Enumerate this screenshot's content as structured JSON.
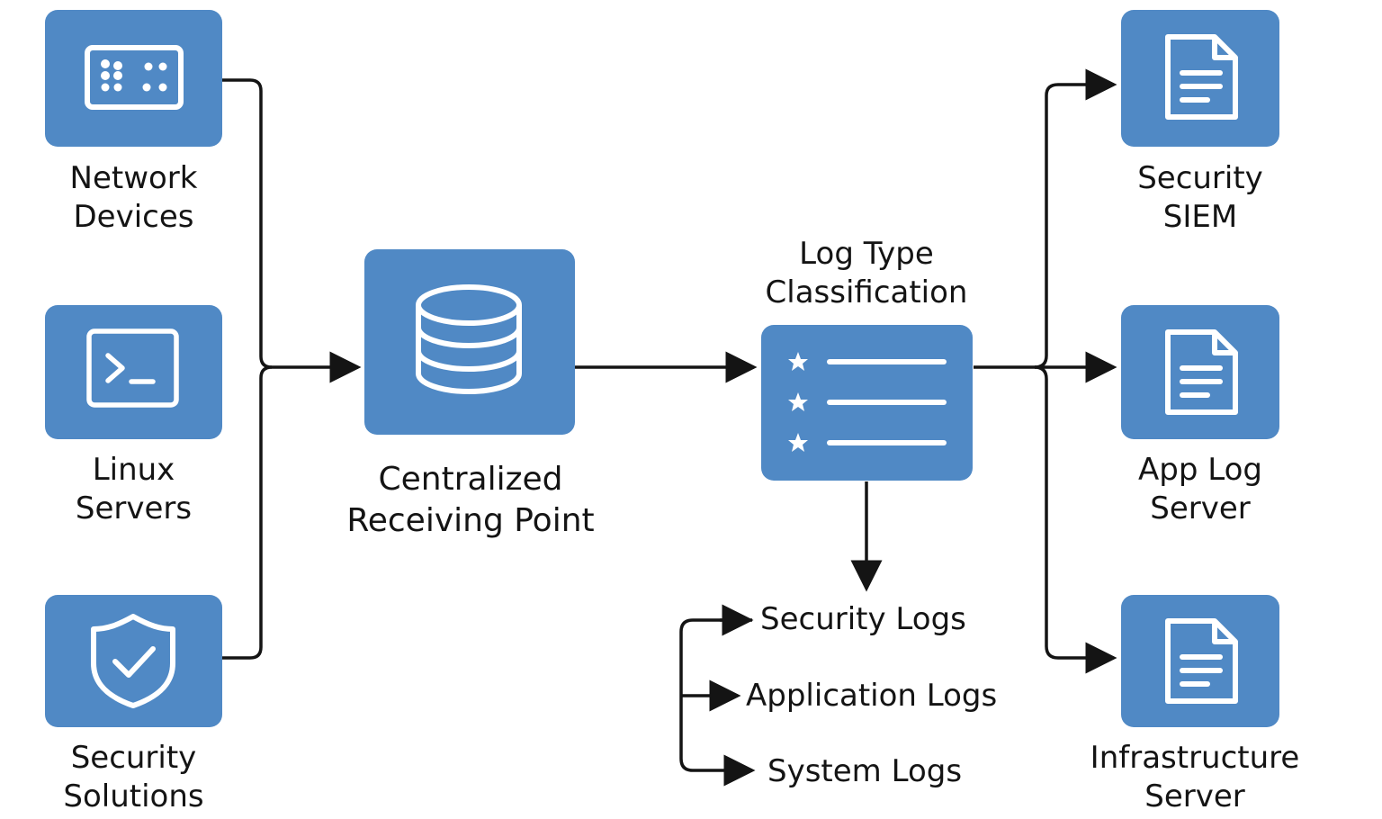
{
  "colors": {
    "box": "#5089c5",
    "icon": "#ffffff",
    "line": "#141414"
  },
  "sources": [
    {
      "id": "network",
      "icon": "network-device-icon",
      "line1": "Network",
      "line2": "Devices"
    },
    {
      "id": "linux",
      "icon": "terminal-icon",
      "line1": "Linux",
      "line2": "Servers"
    },
    {
      "id": "security",
      "icon": "shield-check-icon",
      "line1": "Security",
      "line2": "Solutions"
    }
  ],
  "receiver": {
    "icon": "database-icon",
    "line1": "Centralized",
    "line2": "Receiving Point"
  },
  "classifier": {
    "icon": "list-icon",
    "line1": "Log Type",
    "line2": "Classification"
  },
  "log_types": [
    "Security Logs",
    "Application Logs",
    "System Logs"
  ],
  "destinations": [
    {
      "id": "siem",
      "icon": "document-icon",
      "line1": "Security",
      "line2": "SIEM"
    },
    {
      "id": "applog",
      "icon": "document-icon",
      "line1": "App Log",
      "line2": "Server"
    },
    {
      "id": "infra",
      "icon": "document-icon",
      "line1": "Infrastructure",
      "line2": "Server"
    }
  ]
}
